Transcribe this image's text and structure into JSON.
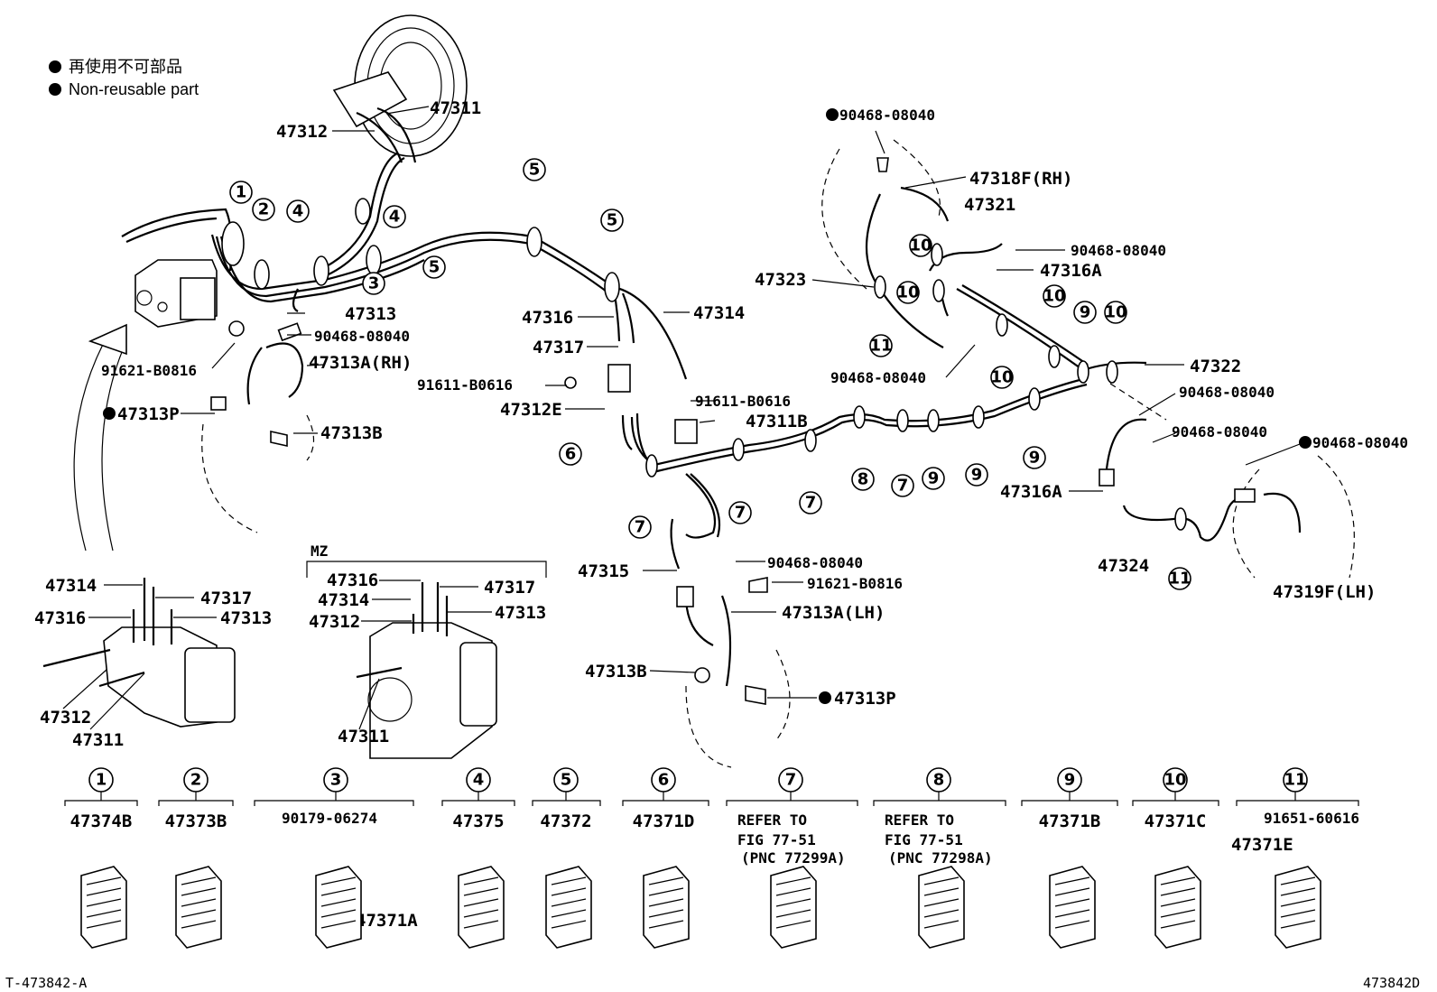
{
  "legend": {
    "line_jp": "再使用不可部品",
    "line_en": "Non-reusable part"
  },
  "footer": {
    "left_code": "T-473842-A",
    "right_code": "473842D"
  },
  "labels": {
    "p47311_top": "47311",
    "p47312_top": "47312",
    "p47313_top": "47313",
    "p90468_a": "90468-08040",
    "p47313A_RH": "47313A(RH)",
    "p91621_a": "91621-B0816",
    "p47313P_a": "47313P",
    "p47313B_a": "47313B",
    "p47316_mid": "47316",
    "p47317_mid": "47317",
    "p47314_mid": "47314",
    "p91611_a": "91611-B0616",
    "p47312E": "47312E",
    "p91611_b": "91611-B0616",
    "p47311B": "47311B",
    "p90468_b": "90468-08040",
    "p47318F": "47318F(RH)",
    "p47321": "47321",
    "p90468_c": "90468-08040",
    "p47316A_a": "47316A",
    "p47323": "47323",
    "p90468_d": "90468-08040",
    "p47322": "47322",
    "p90468_e": "90468-08040",
    "p90468_f": "90468-08040",
    "p90468_g": "90468-08040",
    "p47316A_b": "47316A",
    "p47324": "47324",
    "p47319F": "47319F(LH)",
    "p47315": "47315",
    "p90468_h": "90468-08040",
    "p91621_b": "91621-B0816",
    "p47313A_LH": "47313A(LH)",
    "p47313B_b": "47313B",
    "p47313P_b": "47313P",
    "mz": "MZ",
    "a_47314": "47314",
    "a_47317": "47317",
    "a_47316": "47316",
    "a_47313": "47313",
    "a_47312": "47312",
    "a_47311": "47311",
    "b_47316": "47316",
    "b_47317": "47317",
    "b_47314": "47314",
    "b_47313": "47313",
    "b_47312": "47312",
    "b_47311": "47311"
  },
  "callouts": [
    "1",
    "2",
    "3",
    "4",
    "5",
    "6",
    "7",
    "8",
    "9",
    "10",
    "11"
  ],
  "clamp_table": [
    {
      "num": "1",
      "part": "47374B"
    },
    {
      "num": "2",
      "part": "47373B"
    },
    {
      "num": "3",
      "part": "90179-06274",
      "sub": "47371A"
    },
    {
      "num": "4",
      "part": "47375"
    },
    {
      "num": "5",
      "part": "47372"
    },
    {
      "num": "6",
      "part": "47371D"
    },
    {
      "num": "7",
      "refer1": "REFER TO",
      "refer2": "FIG 77-51",
      "refer3": "(PNC 77299A)"
    },
    {
      "num": "8",
      "refer1": "REFER TO",
      "refer2": "FIG 77-51",
      "refer3": "(PNC 77298A)"
    },
    {
      "num": "9",
      "part": "47371B"
    },
    {
      "num": "10",
      "part": "47371C"
    },
    {
      "num": "11",
      "part": "91651-60616",
      "sub": "47371E"
    }
  ]
}
